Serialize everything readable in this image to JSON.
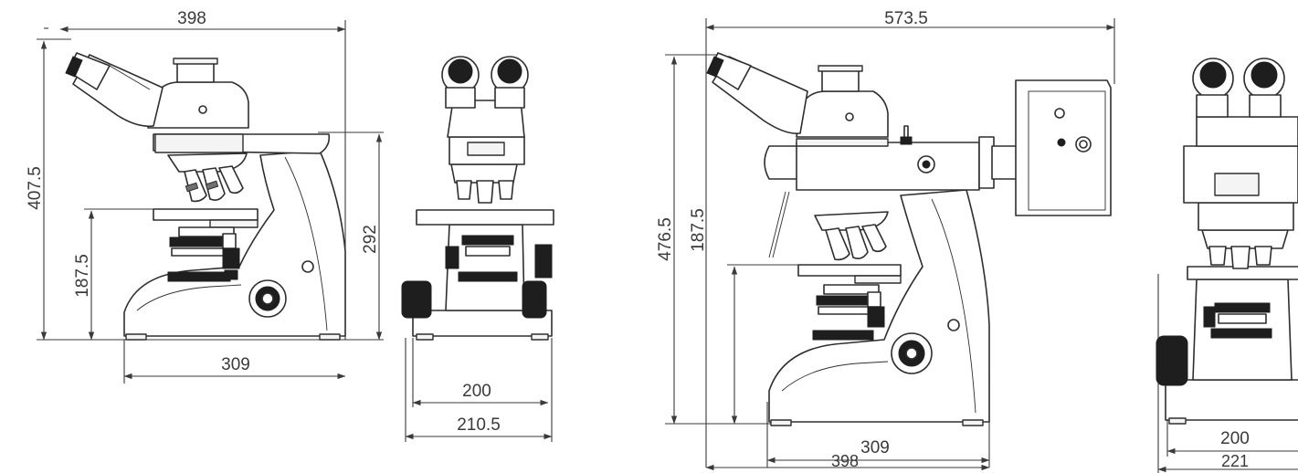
{
  "views": [
    {
      "name": "microscope-a-side",
      "dims": {
        "total_length": "398",
        "total_height": "407.5",
        "stage_height": "187.5",
        "arm_height": "292",
        "base_length": "309"
      }
    },
    {
      "name": "microscope-a-front",
      "dims": {
        "base_width": "200",
        "total_width": "210.5"
      }
    },
    {
      "name": "microscope-b-side",
      "dims": {
        "total_length": "573.5",
        "total_height": "476.5",
        "stage_height": "187.5",
        "base_length": "309",
        "body_length": "398"
      }
    },
    {
      "name": "microscope-b-front",
      "dims": {
        "base_width": "200",
        "total_width": "221"
      }
    }
  ],
  "colors": {
    "line": "#2e2e2e",
    "dimension": "#3a3a3a",
    "knurl": "#1e1e1e",
    "background": "#ffffff"
  }
}
